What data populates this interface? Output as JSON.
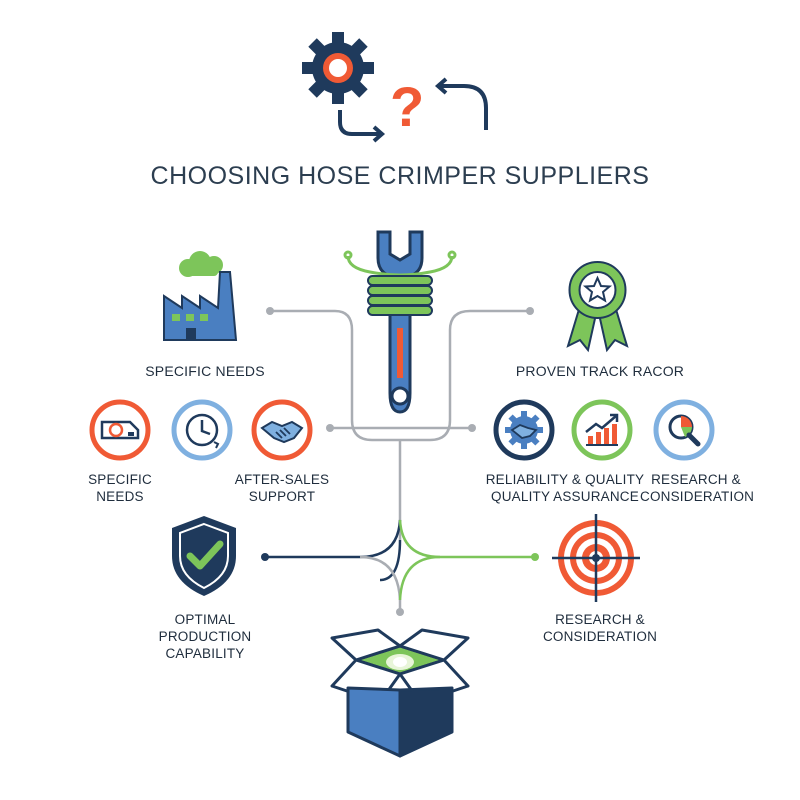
{
  "title": "CHOOSING HOSE CRIMPER SUPPLIERS",
  "labels": {
    "specific_needs_top": "SPECIFIC NEEDS",
    "proven_track": "PROVEN TRACK RACOR",
    "specific_needs_l1": "SPECIFIC",
    "specific_needs_l2": "NEEDS",
    "after_sales_l1": "AFTER-SALES",
    "after_sales_l2": "SUPPORT",
    "reliability_l1": "RELIABILITY & QUALITY",
    "reliability_l2": "QUALITY ASSURANCE",
    "research_top_l1": "RESEARCH &",
    "research_top_l2": "CONSIDERATION",
    "optimal_l1": "OPTIMAL",
    "optimal_l2": "PRODUCTION",
    "optimal_l3": "CAPABILITY",
    "research_bottom_l1": "RESEARCH &",
    "research_bottom_l2": "CONSIDERATION"
  },
  "icons": {
    "top": "gear-question-cycle-icon",
    "factory": "factory-icon",
    "wrench": "wrench-icon",
    "award": "award-ribbon-icon",
    "tape_measure": "tape-measure-icon",
    "clock": "clock-icon",
    "handshake": "handshake-icon",
    "gear_handshake": "gear-handshake-icon",
    "chart": "growth-chart-icon",
    "magnifier": "magnifier-chart-icon",
    "shield": "shield-check-icon",
    "target": "target-icon",
    "box": "open-box-icon"
  },
  "colors": {
    "navy": "#1f3a5c",
    "orange": "#f05a35",
    "blue": "#4a7fc1",
    "lightblue": "#7fb0e0",
    "green": "#7dc55a",
    "gray": "#a9adb3",
    "dark": "#1f2d3d"
  }
}
